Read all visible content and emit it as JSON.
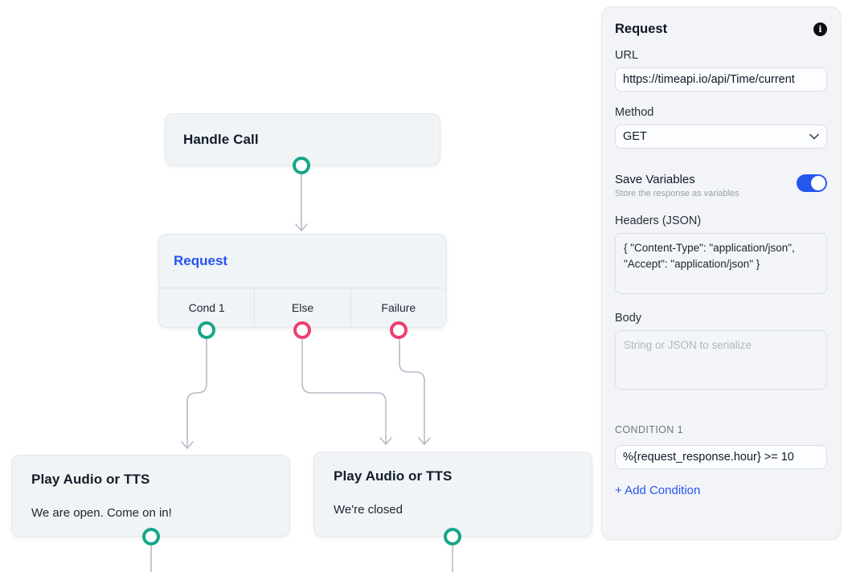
{
  "canvas": {
    "handle_call": {
      "title": "Handle Call"
    },
    "request_node": {
      "title": "Request",
      "branches": [
        {
          "label": "Cond 1",
          "color": "#17a689"
        },
        {
          "label": "Else",
          "color": "#ee3e6e"
        },
        {
          "label": "Failure",
          "color": "#ee3e6e"
        }
      ]
    },
    "play_open": {
      "title": "Play Audio or TTS",
      "subtitle": "We are open. Come on in!"
    },
    "play_closed": {
      "title": "Play Audio or TTS",
      "subtitle": "We're closed"
    },
    "colors": {
      "connector_teal": "#17a689",
      "connector_pink": "#ee3e6e",
      "edge_gray": "#b5bcc7"
    }
  },
  "panel": {
    "title": "Request",
    "url": {
      "label": "URL",
      "value": "https://timeapi.io/api/Time/current"
    },
    "method": {
      "label": "Method",
      "value": "GET"
    },
    "save_variables": {
      "label": "Save Variables",
      "description": "Store the response as variables",
      "enabled": true
    },
    "headers": {
      "label": "Headers (JSON)",
      "value": "{ \"Content-Type\": \"application/json\", \"Accept\": \"application/json\" }"
    },
    "body": {
      "label": "Body",
      "placeholder": "String or JSON to serialize",
      "value": ""
    },
    "condition": {
      "section_label": "CONDITION 1",
      "value": "%{request_response.hour} >= 10"
    },
    "add_condition": "+ Add Condition",
    "accent_blue": "#2653f1",
    "toggle_blue": "#2357ee"
  }
}
